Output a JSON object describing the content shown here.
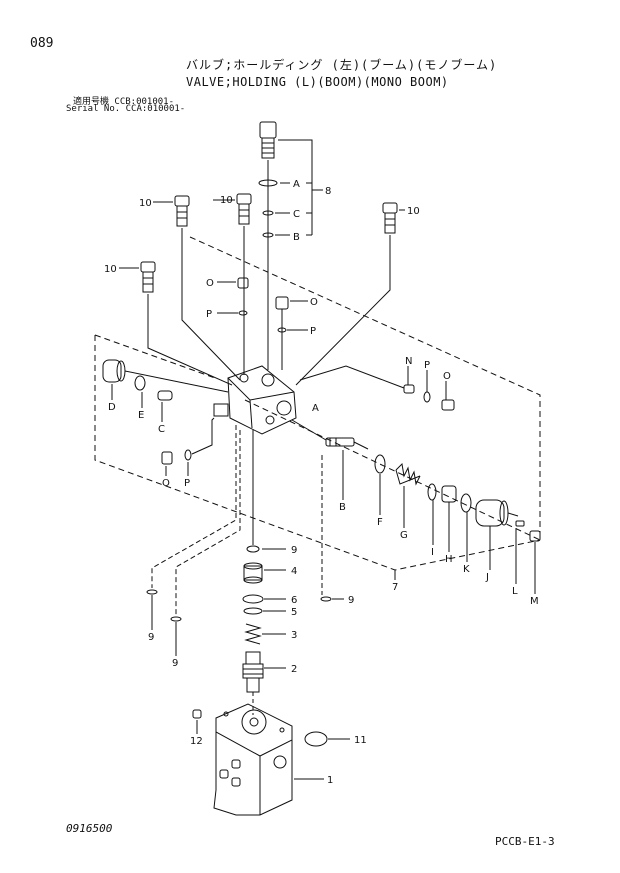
{
  "header": {
    "page_number": "089",
    "title_jp": "バルブ;ホールディング (左)(ブーム)(モノブーム)",
    "title_en": "VALVE;HOLDING (L)(BOOM)(MONO BOOM)",
    "serial_jp": "適用号機 CCB:001001-",
    "serial_en": "Serial No. CCA:010001-"
  },
  "footer": {
    "drawing_code": "0916500",
    "page_ref": "PCCB-E1-3"
  },
  "callouts": {
    "c1": "1",
    "c2": "2",
    "c3": "3",
    "c4": "4",
    "c5": "5",
    "c6": "6",
    "c7": "7",
    "c8": "8",
    "c9a": "9",
    "c9b": "9",
    "c9c": "9",
    "c9d": "9",
    "c10a": "10",
    "c10b": "10",
    "c10c": "10",
    "c10d": "10",
    "c11": "11",
    "c12": "12",
    "A1": "A",
    "A2": "A",
    "B1": "B",
    "B2": "B",
    "C1": "C",
    "C2": "C",
    "D": "D",
    "E": "E",
    "F": "F",
    "G": "G",
    "H": "H",
    "I": "I",
    "J": "J",
    "K": "K",
    "L": "L",
    "M": "M",
    "N": "N",
    "O1": "O",
    "O2": "O",
    "O3": "O",
    "O4": "O",
    "P1": "P",
    "P2": "P",
    "P3": "P",
    "P4": "P"
  }
}
